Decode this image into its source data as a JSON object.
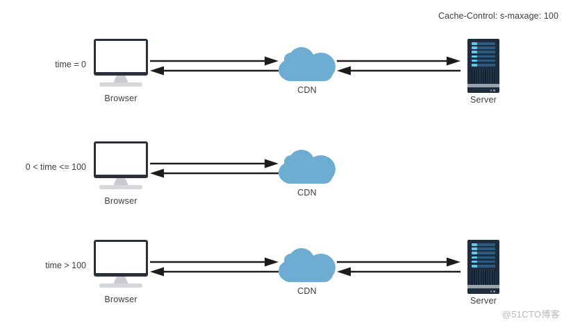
{
  "diagram": {
    "header_note": "Cache-Control: s-maxage: 100",
    "watermark": "@51CTO博客",
    "colors": {
      "cloud": "#6eadd2",
      "server_body": "#1d2d3e",
      "server_accent": "#63c7e8",
      "monitor_frame": "#2b2f38",
      "arrow": "#1c1c1c",
      "text": "#3d3d3d"
    },
    "node_labels": {
      "browser": "Browser",
      "cdn": "CDN",
      "server": "Server"
    },
    "rows": [
      {
        "label": "time = 0",
        "browser_label": "Browser",
        "cdn_label": "CDN",
        "server_label": "Server",
        "has_server": true,
        "browser_cdn_link": "bidirectional",
        "cdn_server_link": "bidirectional"
      },
      {
        "label": "0 < time <= 100",
        "browser_label": "Browser",
        "cdn_label": "CDN",
        "server_label": "",
        "has_server": false,
        "browser_cdn_link": "bidirectional",
        "cdn_server_link": "none"
      },
      {
        "label": "time > 100",
        "browser_label": "Browser",
        "cdn_label": "CDN",
        "server_label": "Server",
        "has_server": true,
        "browser_cdn_link": "bidirectional",
        "cdn_server_link": "bidirectional"
      }
    ]
  }
}
